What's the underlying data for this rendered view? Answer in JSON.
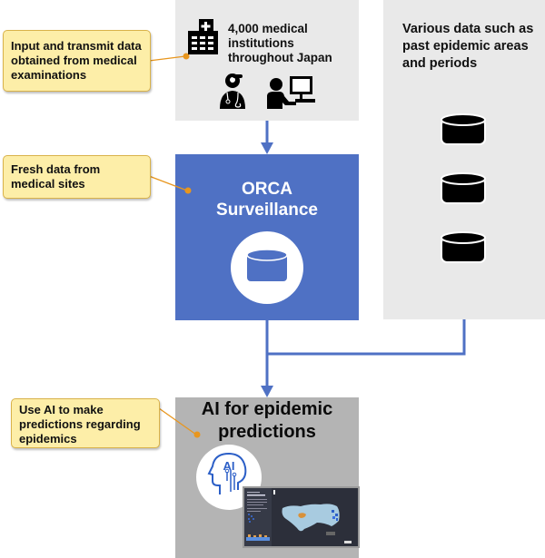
{
  "callouts": {
    "input": "Input and transmit data obtained from medical examinations",
    "fresh": "Fresh data from medical sites",
    "ai": "Use AI to make predictions regarding epidemics"
  },
  "institutions": {
    "title": "4,000 medical institutions throughout Japan",
    "icons": [
      "hospital-icon",
      "doctor-icon",
      "computer-operator-icon"
    ]
  },
  "various_data": {
    "title": "Various data such as past epidemic areas and periods",
    "database_count": 3
  },
  "orca": {
    "line1": "ORCA",
    "line2": "Surveillance",
    "icon": "database-icon"
  },
  "ai_box": {
    "title": "AI for epidemic predictions",
    "icon_label": "AI",
    "screenshot": "epidemic-map-dashboard"
  },
  "colors": {
    "accent_blue": "#4f71c4",
    "callout_fill": "#fdeea8",
    "callout_border": "#d9b24a",
    "connector_orange": "#e8961e",
    "panel_gray": "#e9e9e9",
    "ai_panel_gray": "#b4b4b4"
  }
}
